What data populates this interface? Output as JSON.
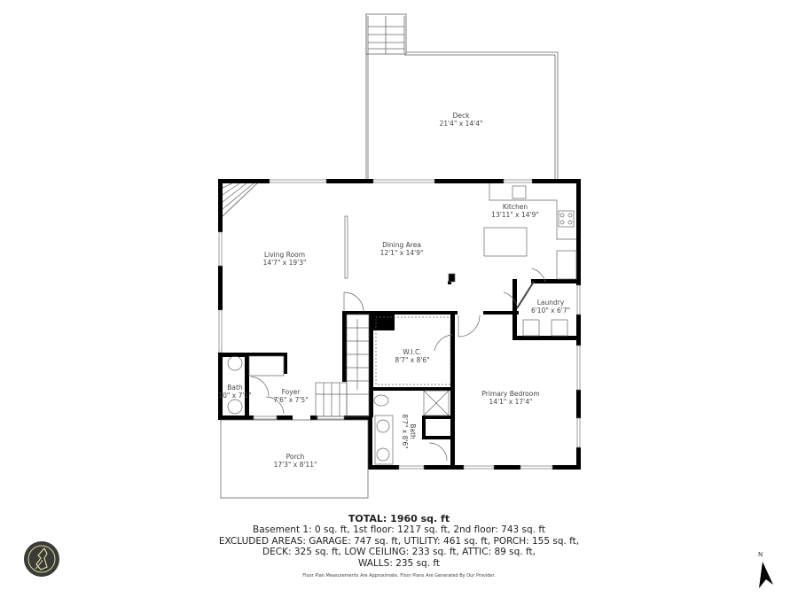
{
  "rooms": [
    {
      "name": "Deck",
      "dims": "21'4\" x 14'4\""
    },
    {
      "name": "Living Room",
      "dims": "14'7\" x 19'3\""
    },
    {
      "name": "Dining Area",
      "dims": "12'1\" x 14'9\""
    },
    {
      "name": "Kitchen",
      "dims": "13'11\" x 14'9\""
    },
    {
      "name": "Laundry",
      "dims": "6'10\" x 6'7\""
    },
    {
      "name": "W.I.C.",
      "dims": "8'7\" x 8'6\""
    },
    {
      "name": "Primary Bedroom",
      "dims": "14'1\" x 17'4\""
    },
    {
      "name": "Bath",
      "dims": "8'7\" x 8'6\""
    },
    {
      "name": "Bath",
      "dims": "10\" x 7'1\""
    },
    {
      "name": "Foyer",
      "dims": "7'6\" x 7'5\""
    },
    {
      "name": "Porch",
      "dims": "17'3\" x 8'11\""
    }
  ],
  "summary": {
    "total": "TOTAL: 1960 sq. ft",
    "lines": [
      "Basement 1: 0 sq. ft, 1st floor: 1217 sq. ft, 2nd floor: 743 sq. ft",
      "EXCLUDED AREAS: GARAGE: 747 sq. ft, UTILITY: 461 sq. ft, PORCH: 155 sq. ft,",
      "DECK: 325 sq. ft, LOW CEILING: 233 sq. ft, ATTIC: 89 sq. ft,",
      "WALLS: 235 sq. ft"
    ],
    "disclaimer": "Floor Plan Measurements Are Approximate. Floor Plans Are Generated By Our Provider."
  },
  "compass": {
    "label": "N",
    "icon": "north-arrow-icon"
  },
  "logo": {
    "icon": "wolf-logo-icon",
    "bg": "#3a3a36",
    "fg": "#d8dca0"
  },
  "colors": {
    "wall": "#000000",
    "line": "#555555",
    "background": "#ffffff"
  }
}
